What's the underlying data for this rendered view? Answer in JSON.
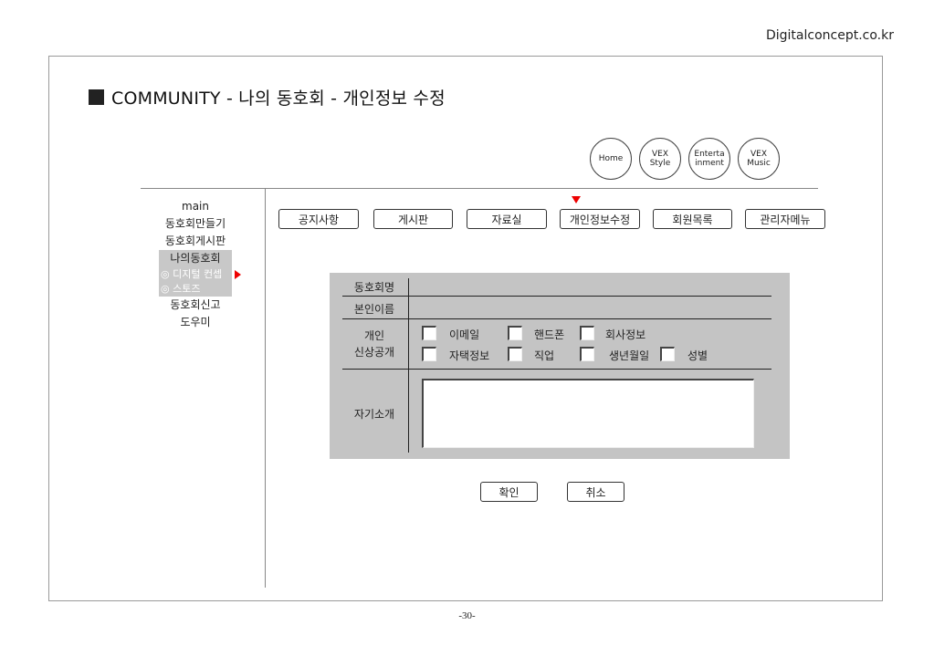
{
  "brand": "Digitalconcept.co.kr",
  "title": "COMMUNITY - 나의 동호회 - 개인정보 수정",
  "top_nav": [
    {
      "line1": "Home",
      "line2": ""
    },
    {
      "line1": "VEX",
      "line2": "Style"
    },
    {
      "line1": "Enterta",
      "line2": "inment"
    },
    {
      "line1": "VEX",
      "line2": "Music"
    }
  ],
  "sidebar": {
    "items": [
      "main",
      "동호회만들기",
      "동호회게시판"
    ],
    "active": "나의동호회",
    "sub_items": [
      "◎ 디지털 컨셉",
      "◎ 스토즈"
    ],
    "after_items": [
      "동호회신고",
      "도우미"
    ]
  },
  "tabs": [
    "공지사항",
    "게시판",
    "자료실",
    "개인정보수정",
    "회원목록",
    "관리자메뉴"
  ],
  "selected_tab": "개인정보수정",
  "form": {
    "club_name_label": "동호회명",
    "real_name_label": "본인이름",
    "privacy_label_line1": "개인",
    "privacy_label_line2": "신상공개",
    "privacy_row1": [
      "이메일",
      "핸드폰",
      "회사정보"
    ],
    "privacy_row2": [
      "자택정보",
      "직업",
      "생년월일",
      "성별"
    ],
    "intro_label": "자기소개"
  },
  "buttons": {
    "confirm": "확인",
    "cancel": "취소"
  },
  "page_number": "-30-"
}
